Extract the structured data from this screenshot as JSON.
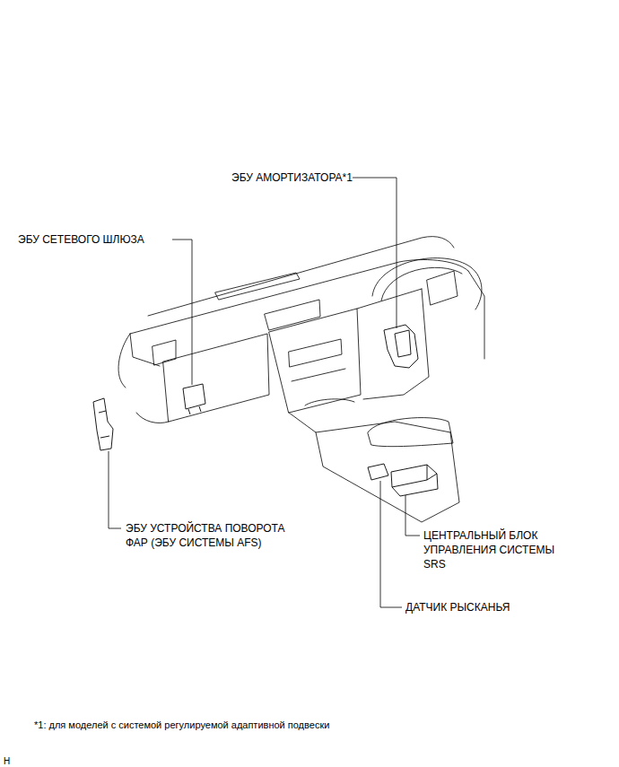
{
  "diagram": {
    "labels": [
      "ЭБУ АМОРТИЗАТОРА*1",
      "ЭБУ СЕТЕВОГО ШЛЮЗА",
      "ЭБУ УСТРОЙСТВА ПОВОРОТА ФАР (ЭБУ СИСТЕМЫ AFS)",
      "ЦЕНТРАЛЬНЫЙ БЛОК УПРАВЛЕНИЯ СИСТЕМЫ SRS",
      "ДАТЧИК РЫСКАНЬЯ",
      "*1: для моделей с системой регулируемой адаптивной подвески",
      "H"
    ]
  }
}
